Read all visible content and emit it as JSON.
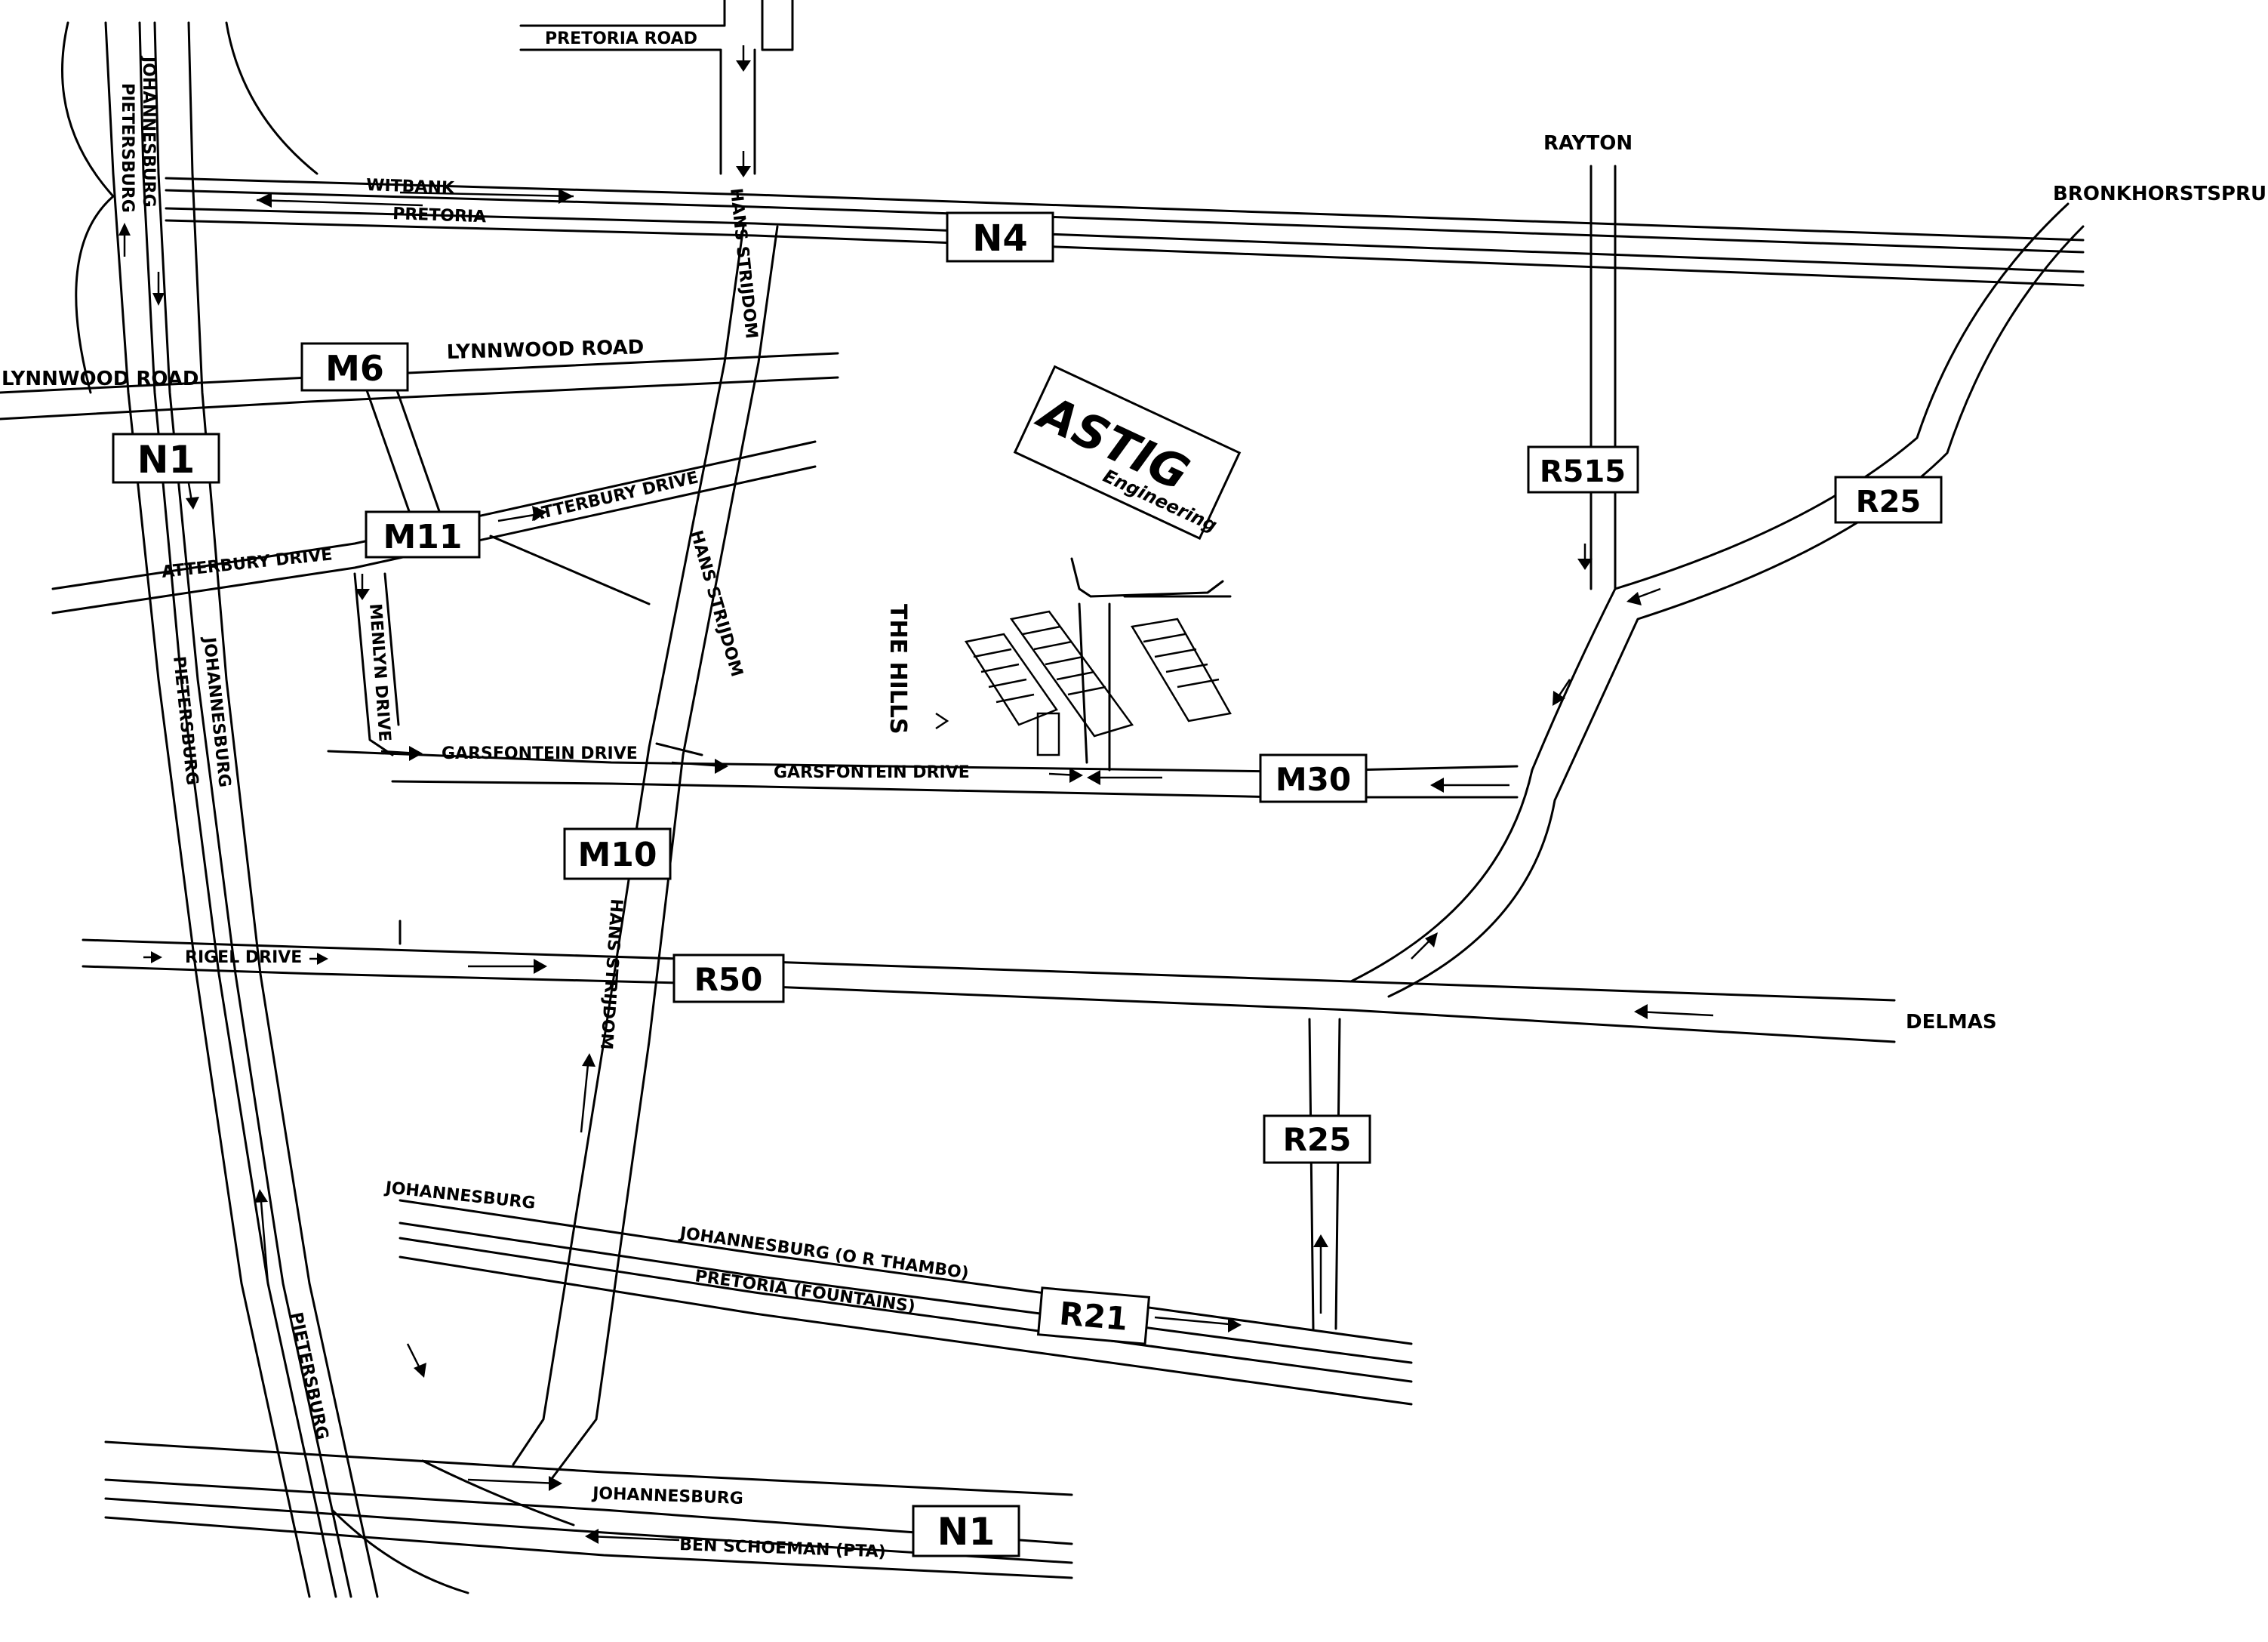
{
  "places": {
    "rayton": "RAYTON",
    "bronkhorstspruit": "BRONKHORSTSPRUIT",
    "delmas": "DELMAS",
    "the_hills": "THE HILLS"
  },
  "streets": {
    "pretoria_road": "PRETORIA ROAD",
    "witbank": "WITBANK",
    "pretoria": "PRETORIA",
    "lynnwood_road_left": "LYNNWOOD ROAD",
    "lynnwood_road_right": "LYNNWOOD ROAD",
    "atterbury_drive_left": "ATTERBURY DRIVE",
    "atterbury_drive_right": "ATTERBURY DRIVE",
    "menlyn_drive": "MENLYN DRIVE",
    "garsfontein_left": "GARSFONTEIN DRIVE",
    "garsfontein_right": "GARSFONTEIN DRIVE",
    "rigel_drive": "RIGEL DRIVE",
    "hans_strijdom_top": "HANS STRIJDOM",
    "hans_strijdom_mid": "HANS STRIJDOM",
    "hans_strijdom_low": "HANS STRIJDOM",
    "n1_johannesburg_top": "JOHANNESBURG",
    "n1_pietersburg_top": "PIETERSBURG",
    "n1_johannesburg_mid": "JOHANNESBURG",
    "n1_pietersburg_mid": "PIETERSBURG",
    "n1_pietersburg_low": "PIETERSBURG",
    "r21_johannesburg": "JOHANNESBURG",
    "r21_johannesburg_ort": "JOHANNESBURG (O R THAMBO)",
    "r21_pretoria_fountains": "PRETORIA (FOUNTAINS)",
    "n1_bottom_johannesburg": "JOHANNESBURG",
    "n1_bottom_ben_schoeman": "BEN SCHOEMAN (PTA)"
  },
  "shields": {
    "n4": "N4",
    "m6": "M6",
    "n1_top": "N1",
    "m11": "M11",
    "r515": "R515",
    "r25_top": "R25",
    "m30": "M30",
    "m10": "M10",
    "r50": "R50",
    "r25_bottom": "R25",
    "r21": "R21",
    "n1_bottom": "N1"
  },
  "logo": {
    "brand": "ASTIG",
    "tagline": "Engineering"
  }
}
